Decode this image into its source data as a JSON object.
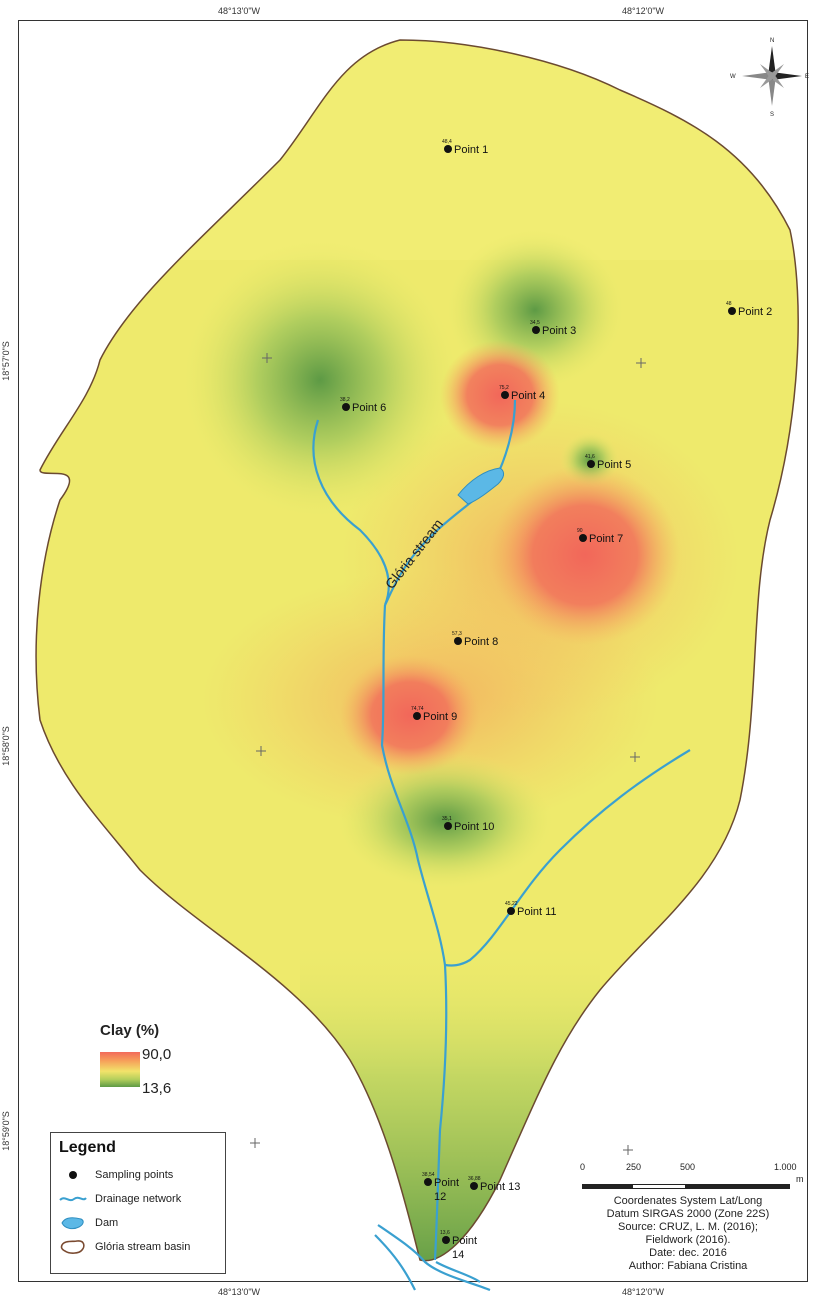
{
  "coords": {
    "top_left": "48°13'0\"W",
    "top_right": "48°12'0\"W",
    "bottom_left": "48°13'0\"W",
    "bottom_right": "48°12'0\"W",
    "left_1": "18°57'0\"S",
    "left_2": "18°58'0\"S",
    "left_3": "18°59'0\"S"
  },
  "north_arrow": {
    "n": "N",
    "s": "S",
    "e": "E",
    "w": "W"
  },
  "stream_label": "Glória stream",
  "points": [
    {
      "label": "Point 1",
      "value": "48,4"
    },
    {
      "label": "Point 2",
      "value": "48"
    },
    {
      "label": "Point 3",
      "value": "34,5"
    },
    {
      "label": "Point 4",
      "value": "75,2"
    },
    {
      "label": "Point 5",
      "value": "41,6"
    },
    {
      "label": "Point 6",
      "value": "38,2"
    },
    {
      "label": "Point 7",
      "value": "90"
    },
    {
      "label": "Point 8",
      "value": "57,3"
    },
    {
      "label": "Point 9",
      "value": "74,74"
    },
    {
      "label": "Point 10",
      "value": "35,1"
    },
    {
      "label": "Point 11",
      "value": "45,22"
    },
    {
      "label": "Point",
      "label2": "12",
      "value": "38,54"
    },
    {
      "label": "Point 13",
      "value": "36,88"
    },
    {
      "label": "Point",
      "label2": "14",
      "value": "13,6"
    }
  ],
  "clay_legend": {
    "title": "Clay (%)",
    "max": "90,0",
    "min": "13,6",
    "colors": [
      "#f26a5b",
      "#f2e36a",
      "#5d9a45"
    ]
  },
  "legend": {
    "title": "Legend",
    "items": [
      {
        "label": "Sampling points",
        "icon": "black-dot-icon"
      },
      {
        "label": "Drainage network",
        "icon": "wavy-line-icon",
        "color": "#3aa0d0"
      },
      {
        "label": "Dam",
        "icon": "dam-icon",
        "color": "#5bb8e6"
      },
      {
        "label": "Glória stream basin",
        "icon": "basin-outline-icon",
        "color": "#7a4a30"
      }
    ]
  },
  "scale": {
    "ticks": [
      "0",
      "250",
      "500",
      "1.000"
    ],
    "unit": "m"
  },
  "credits": [
    "Coordenates System Lat/Long",
    "Datum SIRGAS 2000 (Zone 22S)",
    "Source: CRUZ, L. M. (2016);",
    "Fieldwork (2016).",
    "Date: dec. 2016",
    "Author: Fabiana Cristina"
  ]
}
